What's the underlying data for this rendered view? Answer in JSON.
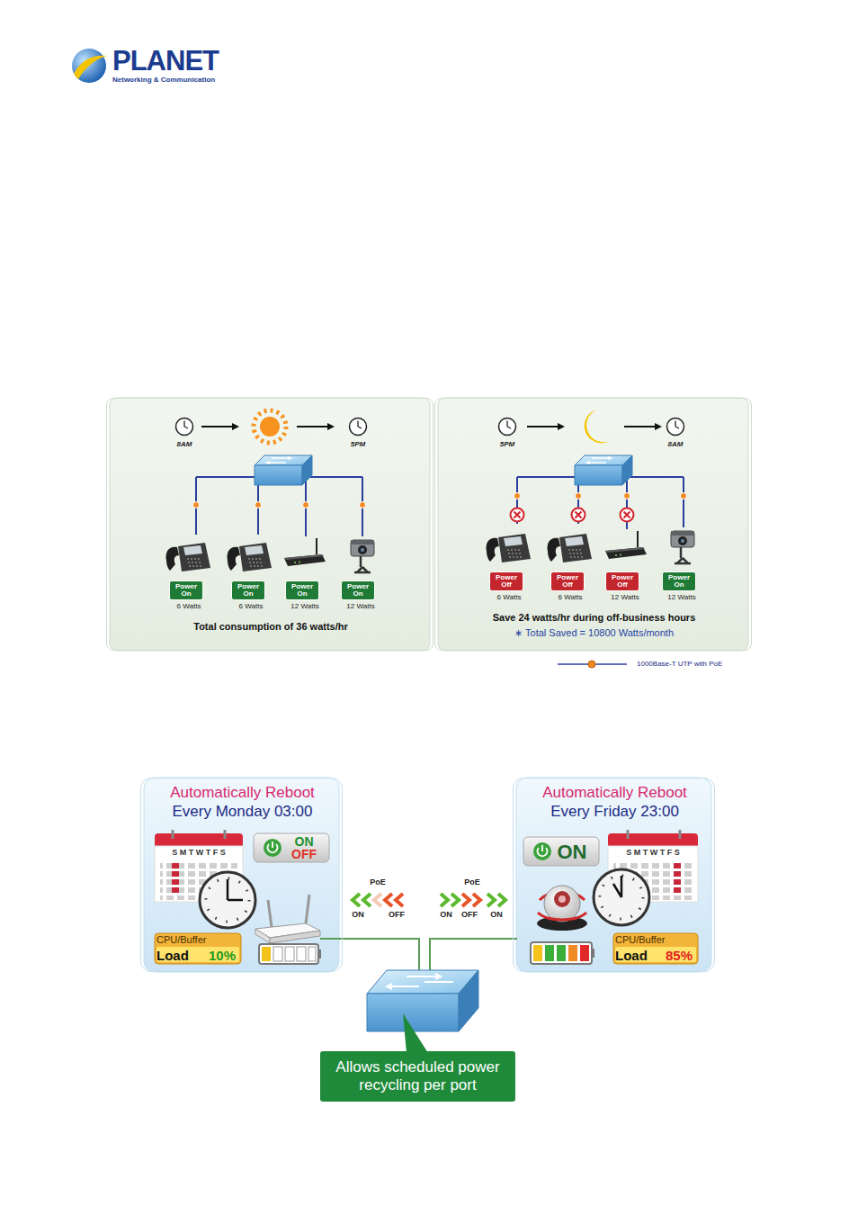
{
  "diagram": {
    "nodes": [
      {
        "text": [
          "Total consumption of 36 watts/hr"
        ]
      },
      {
        "text": [
          "Power On"
        ],
        "in": 0
      },
      {
        "text": [
          "Power On"
        ],
        "in": 0
      },
      {
        "text": [
          "Power On"
        ],
        "in": 0
      },
      {
        "text": [
          "Power On"
        ],
        "in": 0
      },
      {
        "text": [
          "Save 24 watts/hr during off-business hours",
          "∗ Total Saved = 10800 Watts/month"
        ]
      },
      {
        "text": [
          "Power Off"
        ],
        "in": 5
      },
      {
        "text": [
          "Power Off"
        ],
        "in": 5
      },
      {
        "text": [
          "Power Off"
        ],
        "in": 5
      },
      {
        "text": [
          "Power On"
        ],
        "in": 5
      },
      {
        "text": [
          "Automatically Reboot",
          "Every Monday 03:00"
        ]
      },
      {
        "text": [
          "ON",
          "OFF"
        ],
        "in": 10
      },
      {
        "text": [
          "CPU/Buffer",
          "Load",
          "10%"
        ],
        "in": 10
      },
      {
        "text": [
          "Automatically Reboot",
          "Every Friday 23:00"
        ]
      },
      {
        "text": [
          "ON"
        ],
        "in": 13
      },
      {
        "text": [
          "CPU/Buffer",
          "Load",
          "85%"
        ],
        "in": 13
      },
      {
        "text": [
          "Allows scheduled power recycling per port"
        ]
      }
    ],
    "labels": [
      "PLANET",
      "Networking & Communication",
      "8AM",
      "5PM",
      "5PM",
      "8AM",
      "6 Watts",
      "6 Watts",
      "12 Watts",
      "12 Watts",
      "6 Watts",
      "6 Watts",
      "12 Watts",
      "12 Watts",
      "S M T W T F S",
      "PoE",
      "ON",
      "OFF",
      "PoE",
      "ON",
      "OFF",
      "ON",
      "S M T W T F S"
    ],
    "legend": [
      {
        "text": "1000Base-T UTP with PoE"
      }
    ]
  }
}
